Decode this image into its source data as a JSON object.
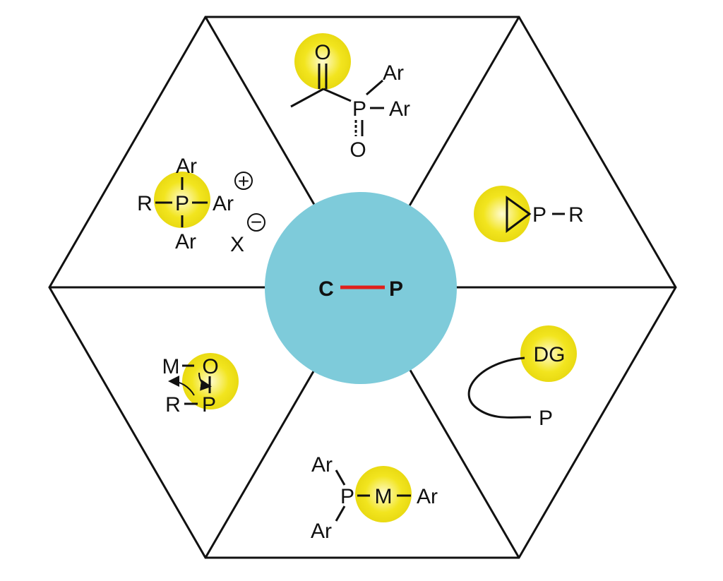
{
  "center": {
    "left_atom": "C",
    "right_atom": "P",
    "circle_color": "#7ECBDA",
    "bond_color": "#E0201B"
  },
  "colors": {
    "highlight": "#F2E51F",
    "highlight_edge": "#FFFBD0",
    "line": "#111111"
  },
  "segments": {
    "acylphosphine": {
      "carbonyl_o": "O",
      "phosphorus": "P",
      "aryl_top": "Ar",
      "aryl_right": "Ar",
      "phosphoryl_o": "O"
    },
    "phosphonium": {
      "aryl_top": "Ar",
      "r_group": "R",
      "phosphorus": "P",
      "aryl_right": "Ar",
      "aryl_bottom": "Ar",
      "plus_sign": "+",
      "counterion": "X",
      "minus_sign": "−"
    },
    "phosphirane": {
      "phosphorus": "P",
      "r_group": "R"
    },
    "directing_group": {
      "dg_label": "DG",
      "phosphorus": "P"
    },
    "metal_phosphine": {
      "aryl_top": "Ar",
      "phosphorus": "P",
      "metal": "M",
      "aryl_right": "Ar",
      "aryl_bottom": "Ar"
    },
    "metal_oxo": {
      "metal": "M",
      "oxygen": "O",
      "r_group": "R",
      "phosphorus": "P"
    }
  }
}
